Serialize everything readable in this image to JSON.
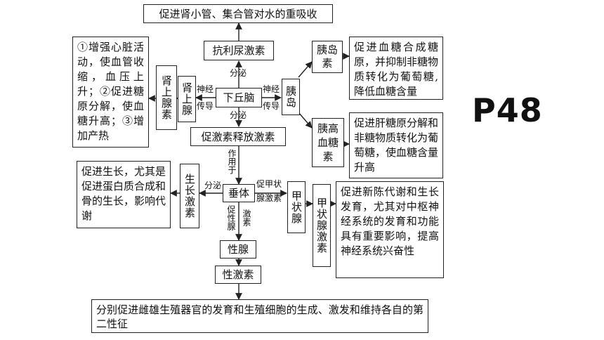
{
  "page_label": "P48",
  "nodes": {
    "top_effect": "促进肾小管、集合管对水的重吸收",
    "adh": "抗利尿激素",
    "hypothalamus": "下丘脑",
    "trh": "促激素释放激素",
    "pituitary": "垂体",
    "gonad": "性腺",
    "sex_hormone": "性激素",
    "sex_effect": "分别促进雌雄生殖器官的发育和生殖细胞的生成、激发和维持各自的第二性征",
    "adrenal_gland_1": "肾上腺",
    "adrenal_gland_2": "肾上腺素",
    "adrenal_effect": "①增强心脏活动，使血管收缩，血压上升；②促进糖原分解，使血糖升高；③增加产热",
    "pancreas": "胰岛",
    "insulin": "胰岛素",
    "insulin_effect": "促进血糖合成糖原，并抑制非糖物质转化为葡萄糖,降低血糖含量",
    "glucagon": "胰高血糖素",
    "glucagon_effect": "促进肝糖原分解和非糖物质转化为葡萄糖，使血糖含量升高",
    "growth_hormone": "生长激素",
    "growth_effect": "促进生长，尤其是促进蛋白质合成和骨的生长，影响代谢",
    "thyroid": "甲状腺",
    "thyroid_hormone": "甲状腺激素",
    "thyroid_effect": "促进新陈代谢和生长发育，尤其对中枢神经系统的发育和功能具有重要影响，提高神经系统兴奋性"
  },
  "labels": {
    "secrete": "分泌",
    "neural": "神经",
    "conduct": "传导",
    "acts_on": "作用于",
    "promote_thyroid_1": "促甲状",
    "promote_thyroid_2": "腺激素",
    "promote_gonad": "促性腺",
    "hormone": "激素"
  }
}
